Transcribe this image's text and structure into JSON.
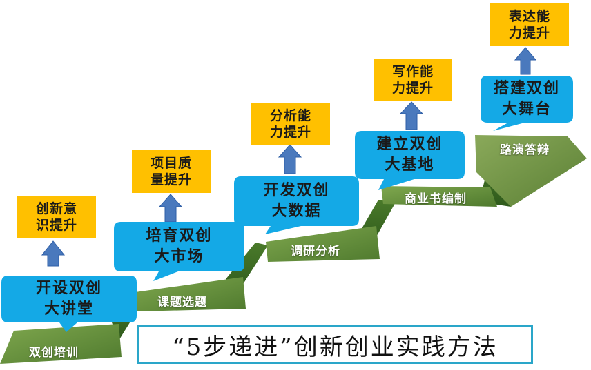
{
  "colors": {
    "step_green": "#5e8a3a",
    "callout_blue": "#14a9e6",
    "gold_box": "#ffc000",
    "arrow_blue": "#4a79bd",
    "title_border": "#2aa6c9"
  },
  "steps": [
    {
      "label": "双创培训",
      "action": "开设双创\n大讲堂",
      "ability": "创新意\n识提升"
    },
    {
      "label": "课题选题",
      "action": "培育双创\n大市场",
      "ability": "项目质\n量提升"
    },
    {
      "label": "调研分析",
      "action": "开发双创\n大数据",
      "ability": "分析能\n力提升"
    },
    {
      "label": "商业书编制",
      "action": "建立双创\n大基地",
      "ability": "写作能\n力提升"
    },
    {
      "label": "路演答辩",
      "action": "搭建双创\n大舞台",
      "ability": "表达能\n力提升"
    }
  ],
  "title": "“5步递进”创新创业实践方法"
}
